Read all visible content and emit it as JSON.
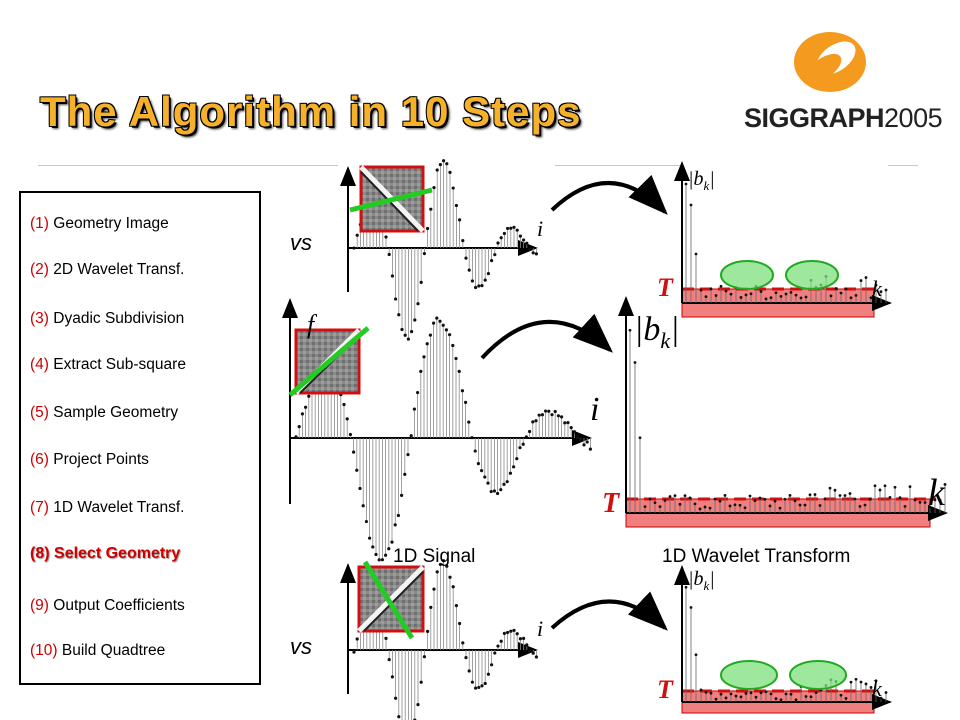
{
  "title": "The Algorithm in 10 Steps",
  "logo": {
    "name": "SIGGRAPH",
    "year": "2005"
  },
  "steps": [
    {
      "num": "(1)",
      "text": "Geometry Image"
    },
    {
      "num": "(2)",
      "text": "2D Wavelet Transf."
    },
    {
      "num": "(3)",
      "text": "Dyadic Subdivision"
    },
    {
      "num": "(4)",
      "text": "Extract Sub-square"
    },
    {
      "num": "(5)",
      "text": "Sample Geometry"
    },
    {
      "num": "(6)",
      "text": "Project Points"
    },
    {
      "num": "(7)",
      "text": "1D Wavelet Transf."
    },
    {
      "num": "(8)",
      "text": "Select Geometry",
      "selected": true
    },
    {
      "num": "(9)",
      "text": "Output Coefficients"
    },
    {
      "num": "(10)",
      "text": "Build Quadtree"
    }
  ],
  "figure": {
    "vs_label": "vs",
    "signal_label": "1D Signal",
    "transform_label": "1D Wavelet Transform",
    "threshold_symbol": "T",
    "axis_i": "i",
    "axis_k": "k",
    "axis_b": "|b",
    "axis_b_sub": "k",
    "axis_b_end": "|",
    "axis_f": "f"
  },
  "colors": {
    "title": "#f6b12a",
    "accent": "#cc0000",
    "threshold_band": "#f08080",
    "ellipse": "#7ee07e",
    "diag": "#22cc22"
  }
}
